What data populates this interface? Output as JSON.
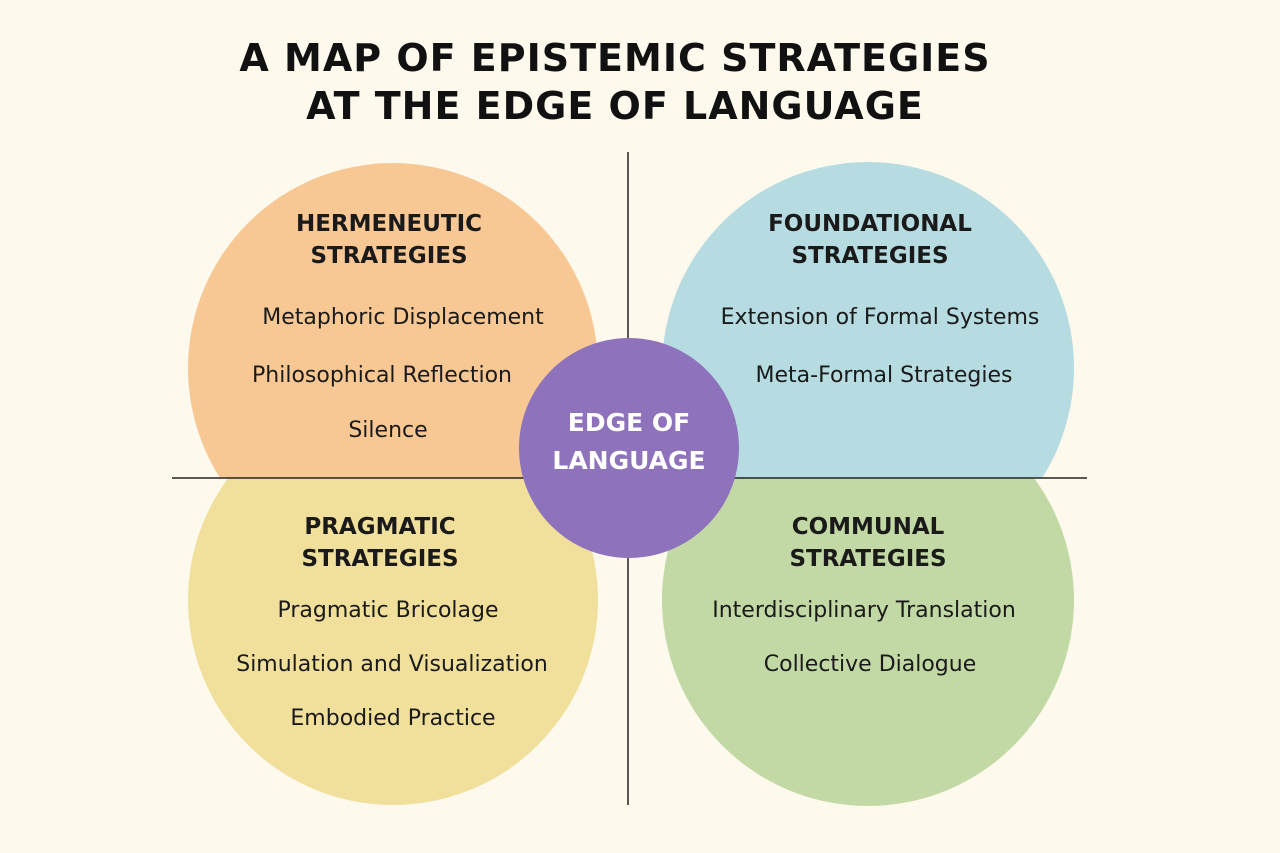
{
  "title": {
    "line1": "A MAP OF EPISTEMIC STRATEGIES",
    "line2": "AT THE EDGE OF LANGUAGE"
  },
  "center": {
    "line1": "EDGE OF",
    "line2": "LANGUAGE",
    "color": "#8e72bb"
  },
  "quadrants": [
    {
      "heading1": "HERMENEUTIC",
      "heading2": "STRATEGIES",
      "items": [
        "Metaphoric Displacement",
        "Philosophical Reflection",
        "Silence"
      ],
      "color": "#f8c894"
    },
    {
      "heading1": "FOUNDATIONAL",
      "heading2": "STRATEGIES",
      "items": [
        "Extension of Formal Systems",
        "Meta-Formal Strategies"
      ],
      "color": "#b6dce2"
    },
    {
      "heading1": "PRAGMATIC",
      "heading2": "STRATEGIES",
      "items": [
        "Pragmatic Bricolage",
        "Simulation and Visualization",
        "Embodied Practice"
      ],
      "color": "#f1df9c"
    },
    {
      "heading1": "COMMUNAL",
      "heading2": "STRATEGIES",
      "items": [
        "Interdisciplinary Translation",
        "Collective Dialogue"
      ],
      "color": "#c3d9a5"
    }
  ]
}
